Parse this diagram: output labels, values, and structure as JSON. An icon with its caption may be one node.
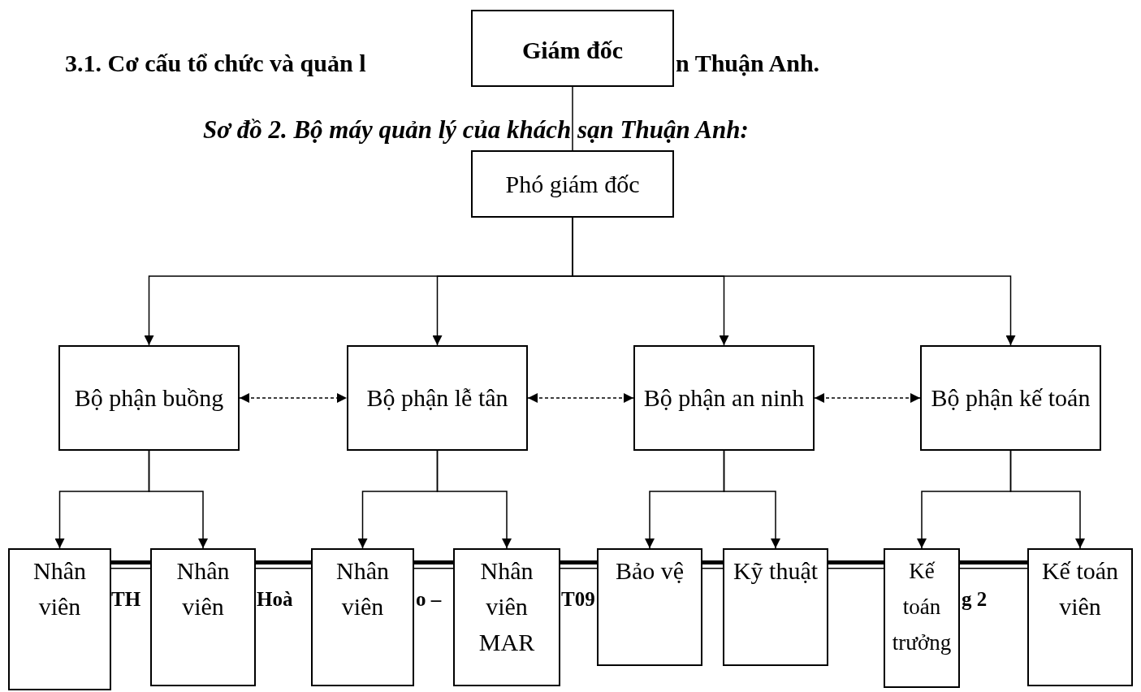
{
  "diagram": {
    "title": "Sơ đồ 2. Bộ máy quản lý của khách sạn Thuận Anh:",
    "nodes": [
      {
        "text": [
          "Giám đốc"
        ]
      },
      {
        "text": [
          "Phó giám đốc"
        ]
      },
      {
        "text": [
          "Bộ phận buồng"
        ]
      },
      {
        "text": [
          "Bộ phận lễ tân"
        ]
      },
      {
        "text": [
          "Bộ phận an ninh"
        ]
      },
      {
        "text": [
          "Bộ phận kế toán"
        ]
      },
      {
        "text": [
          "Nhân viên"
        ]
      },
      {
        "text": [
          "Nhân viên"
        ]
      },
      {
        "text": [
          "Nhân viên"
        ]
      },
      {
        "text": [
          "Nhân viên MAR"
        ]
      },
      {
        "text": [
          "Bảo vệ"
        ]
      },
      {
        "text": [
          "Kỹ thuật"
        ]
      },
      {
        "text": [
          "Kế toán trưởng"
        ]
      },
      {
        "text": [
          "Kế toán viên"
        ]
      }
    ],
    "edges": [
      {
        "from": 0,
        "to": 1,
        "arrow": "none"
      },
      {
        "from": 1,
        "to": 2,
        "arrow": "to"
      },
      {
        "from": 1,
        "to": 3,
        "arrow": "to"
      },
      {
        "from": 1,
        "to": 4,
        "arrow": "to"
      },
      {
        "from": 1,
        "to": 5,
        "arrow": "to"
      },
      {
        "from": 2,
        "to": 3,
        "arrow": "both",
        "style": "dashed"
      },
      {
        "from": 3,
        "to": 4,
        "arrow": "both",
        "style": "dashed"
      },
      {
        "from": 4,
        "to": 5,
        "arrow": "both",
        "style": "dashed"
      },
      {
        "from": 2,
        "to": 6,
        "arrow": "to"
      },
      {
        "from": 2,
        "to": 7,
        "arrow": "to"
      },
      {
        "from": 3,
        "to": 8,
        "arrow": "to"
      },
      {
        "from": 3,
        "to": 9,
        "arrow": "to"
      },
      {
        "from": 4,
        "to": 10,
        "arrow": "to"
      },
      {
        "from": 4,
        "to": 11,
        "arrow": "to"
      },
      {
        "from": 5,
        "to": 12,
        "arrow": "to"
      },
      {
        "from": 5,
        "to": 13,
        "arrow": "to"
      }
    ],
    "labels": [
      "3.1. Cơ cấu tổ chức và quản l",
      "n Thuận Anh.",
      "TH",
      "Hoà",
      "o –",
      "T09",
      "g 2"
    ]
  }
}
